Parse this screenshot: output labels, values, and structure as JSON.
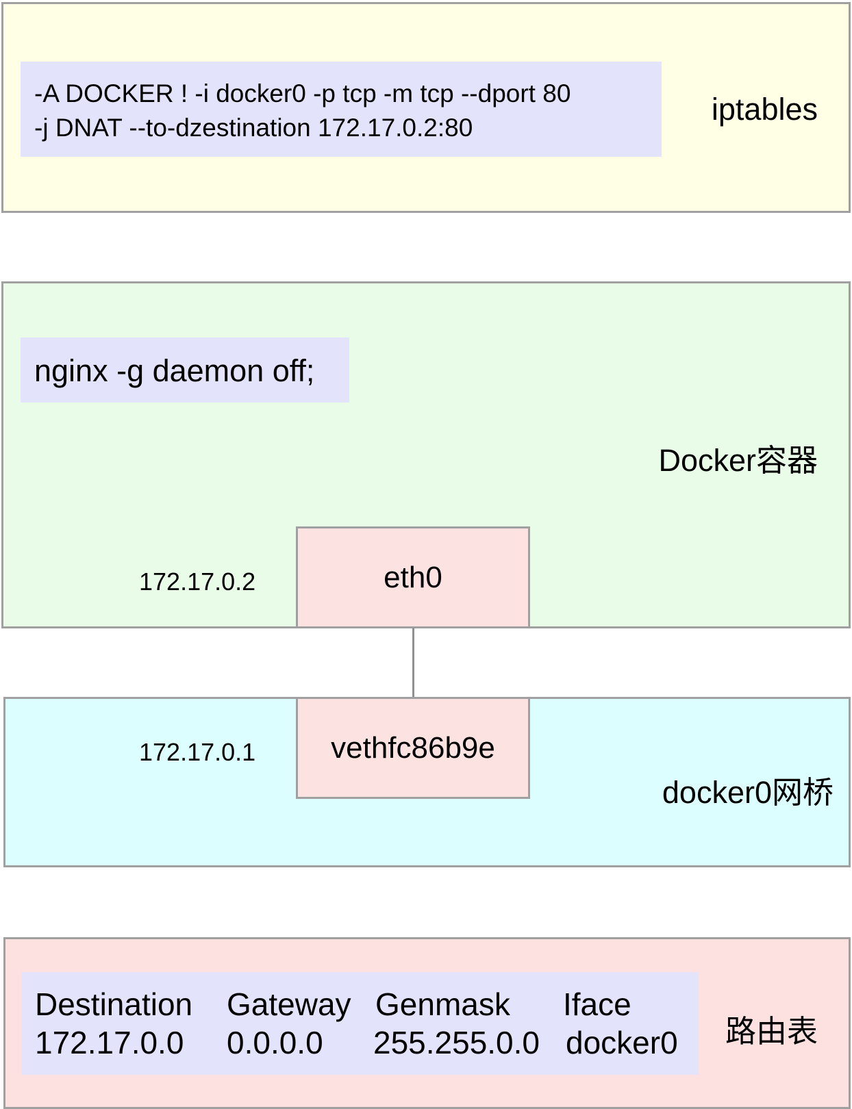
{
  "iptables": {
    "label": "iptables",
    "rule_line1": "-A DOCKER ! -i docker0 -p tcp -m tcp --dport 80",
    "rule_line2": "-j DNAT --to-dzestination 172.17.0.2:80",
    "color": "#ffffe6"
  },
  "container": {
    "label": "Docker容器",
    "command": "nginx -g daemon off;",
    "interface": "eth0",
    "ip": "172.17.0.2",
    "color": "#e8fce8"
  },
  "bridge": {
    "label": "docker0网桥",
    "interface": "vethfc86b9e",
    "ip": "172.17.0.1",
    "color": "#dcfefe"
  },
  "routes": {
    "label": "路由表",
    "headers": [
      "Destination",
      "Gateway",
      "Genmask",
      "Iface"
    ],
    "row": [
      "172.17.0.0",
      "0.0.0.0",
      "255.255.0.0",
      "docker0"
    ],
    "color": "#fde0e0"
  },
  "interface_color": "#fde2e2"
}
